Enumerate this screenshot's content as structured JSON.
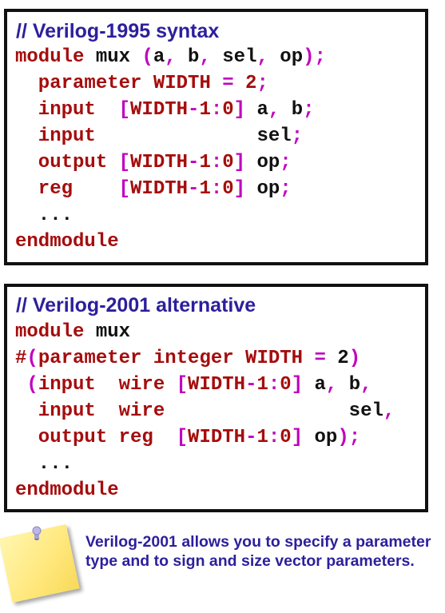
{
  "box1": {
    "comment": "// Verilog-1995 syntax",
    "lines": [
      [
        [
          "kw",
          "module"
        ],
        [
          "id",
          " mux "
        ],
        [
          "pu",
          "("
        ],
        [
          "id",
          "a"
        ],
        [
          "pu",
          ","
        ],
        [
          "id",
          " b"
        ],
        [
          "pu",
          ","
        ],
        [
          "id",
          " sel"
        ],
        [
          "pu",
          ","
        ],
        [
          "id",
          " op"
        ],
        [
          "pu",
          ");"
        ]
      ],
      [
        [
          "kw",
          "  parameter WIDTH "
        ],
        [
          "pu",
          "="
        ],
        [
          "kw",
          " 2"
        ],
        [
          "pu",
          ";"
        ]
      ],
      [
        [
          "kw",
          "  input  "
        ],
        [
          "pu",
          "["
        ],
        [
          "kw",
          "WIDTH"
        ],
        [
          "pu",
          "-"
        ],
        [
          "kw",
          "1"
        ],
        [
          "pu",
          ":"
        ],
        [
          "kw",
          "0"
        ],
        [
          "pu",
          "]"
        ],
        [
          "id",
          " a"
        ],
        [
          "pu",
          ","
        ],
        [
          "id",
          " b"
        ],
        [
          "pu",
          ";"
        ]
      ],
      [
        [
          "kw",
          "  input"
        ],
        [
          "id",
          "              sel"
        ],
        [
          "pu",
          ";"
        ]
      ],
      [
        [
          "kw",
          "  output "
        ],
        [
          "pu",
          "["
        ],
        [
          "kw",
          "WIDTH"
        ],
        [
          "pu",
          "-"
        ],
        [
          "kw",
          "1"
        ],
        [
          "pu",
          ":"
        ],
        [
          "kw",
          "0"
        ],
        [
          "pu",
          "]"
        ],
        [
          "id",
          " op"
        ],
        [
          "pu",
          ";"
        ]
      ],
      [
        [
          "kw",
          "  reg    "
        ],
        [
          "pu",
          "["
        ],
        [
          "kw",
          "WIDTH"
        ],
        [
          "pu",
          "-"
        ],
        [
          "kw",
          "1"
        ],
        [
          "pu",
          ":"
        ],
        [
          "kw",
          "0"
        ],
        [
          "pu",
          "]"
        ],
        [
          "id",
          " op"
        ],
        [
          "pu",
          ";"
        ]
      ],
      [
        [
          "id",
          "  ..."
        ]
      ],
      [
        [
          "kw",
          "endmodule"
        ]
      ]
    ]
  },
  "box2": {
    "comment": "// Verilog-2001 alternative",
    "lines": [
      [
        [
          "kw",
          "module"
        ],
        [
          "id",
          " mux"
        ]
      ],
      [
        [
          "kw",
          "#"
        ],
        [
          "pu",
          "("
        ],
        [
          "kw",
          "parameter integer WIDTH "
        ],
        [
          "pu",
          "="
        ],
        [
          "id",
          " 2"
        ],
        [
          "pu",
          ")"
        ]
      ],
      [
        [
          "pu",
          " ("
        ],
        [
          "kw",
          "input  wire "
        ],
        [
          "pu",
          "["
        ],
        [
          "kw",
          "WIDTH"
        ],
        [
          "pu",
          "-"
        ],
        [
          "kw",
          "1"
        ],
        [
          "pu",
          ":"
        ],
        [
          "kw",
          "0"
        ],
        [
          "pu",
          "]"
        ],
        [
          "id",
          " a"
        ],
        [
          "pu",
          ","
        ],
        [
          "id",
          " b"
        ],
        [
          "pu",
          ","
        ]
      ],
      [
        [
          "kw",
          "  input  wire"
        ],
        [
          "id",
          "                sel"
        ],
        [
          "pu",
          ","
        ]
      ],
      [
        [
          "kw",
          "  output reg  "
        ],
        [
          "pu",
          "["
        ],
        [
          "kw",
          "WIDTH"
        ],
        [
          "pu",
          "-"
        ],
        [
          "kw",
          "1"
        ],
        [
          "pu",
          ":"
        ],
        [
          "kw",
          "0"
        ],
        [
          "pu",
          "]"
        ],
        [
          "id",
          " op"
        ],
        [
          "pu",
          ");"
        ]
      ],
      [
        [
          "id",
          "  ..."
        ]
      ],
      [
        [
          "kw",
          "endmodule"
        ]
      ]
    ]
  },
  "note": {
    "text": "Verilog-2001 allows you to specify a parameter type and to sign and size vector parameters."
  },
  "icons": {
    "sticky_note": "sticky-note-icon",
    "pin": "pushpin-icon"
  },
  "colors": {
    "keyword": "#a50d0d",
    "punctuation": "#c000c0",
    "identifier": "#111111",
    "comment": "#2c1f9c"
  }
}
